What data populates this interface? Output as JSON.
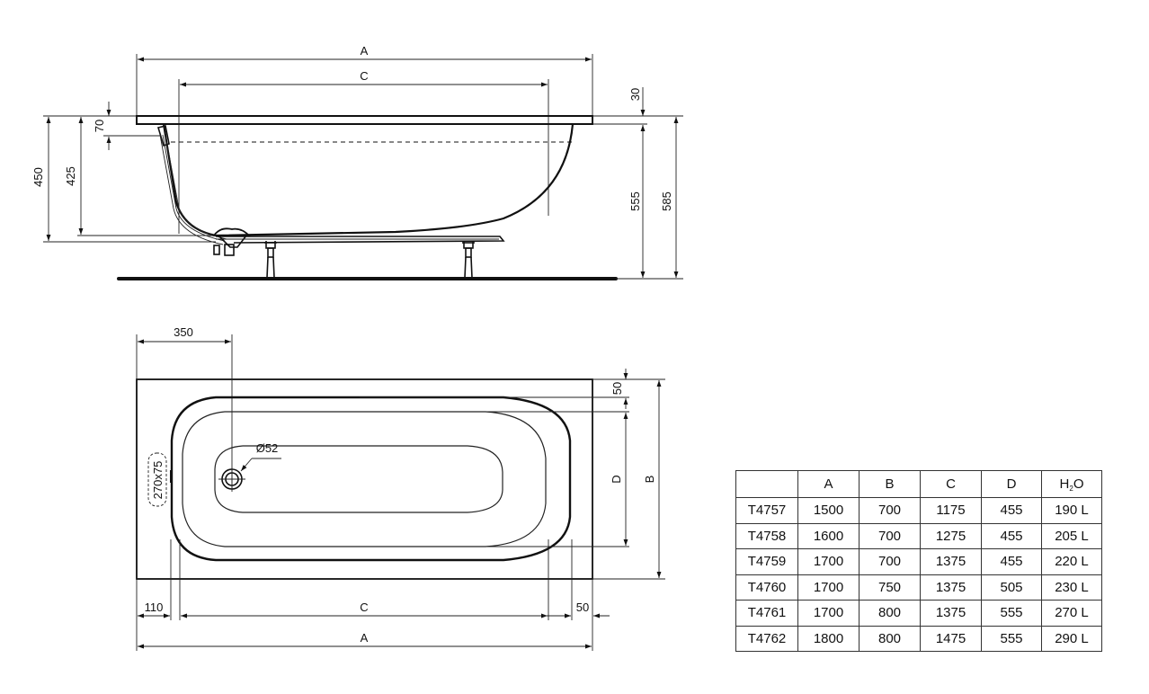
{
  "side_view": {
    "labels": {
      "overall_length": "A",
      "inner_length": "C",
      "rim_thickness": "30",
      "overflow_depth": "70",
      "height_to_floor_drain": "450",
      "water_depth": "425",
      "inner_height": "555",
      "total_height": "585"
    }
  },
  "top_view": {
    "labels": {
      "drain_offset": "350",
      "drain_diameter": "Ø52",
      "access_panel": "270x75",
      "rim_edge": "50",
      "inner_width": "D",
      "overall_width": "B",
      "left_offset": "110",
      "inner_length": "C",
      "right_offset": "50",
      "overall_length": "A"
    }
  },
  "dimensions_table": {
    "headers": [
      "",
      "A",
      "B",
      "C",
      "D",
      "H2O"
    ],
    "h2o_header": {
      "main": "H",
      "sub": "2",
      "tail": "O"
    },
    "rows": [
      {
        "model": "T4757",
        "A": "1500",
        "B": "700",
        "C": "1175",
        "D": "455",
        "H2O": "190 L"
      },
      {
        "model": "T4758",
        "A": "1600",
        "B": "700",
        "C": "1275",
        "D": "455",
        "H2O": "205 L"
      },
      {
        "model": "T4759",
        "A": "1700",
        "B": "700",
        "C": "1375",
        "D": "455",
        "H2O": "220 L"
      },
      {
        "model": "T4760",
        "A": "1700",
        "B": "750",
        "C": "1375",
        "D": "505",
        "H2O": "230 L"
      },
      {
        "model": "T4761",
        "A": "1700",
        "B": "800",
        "C": "1375",
        "D": "555",
        "H2O": "270 L"
      },
      {
        "model": "T4762",
        "A": "1800",
        "B": "800",
        "C": "1475",
        "D": "555",
        "H2O": "290 L"
      }
    ]
  }
}
